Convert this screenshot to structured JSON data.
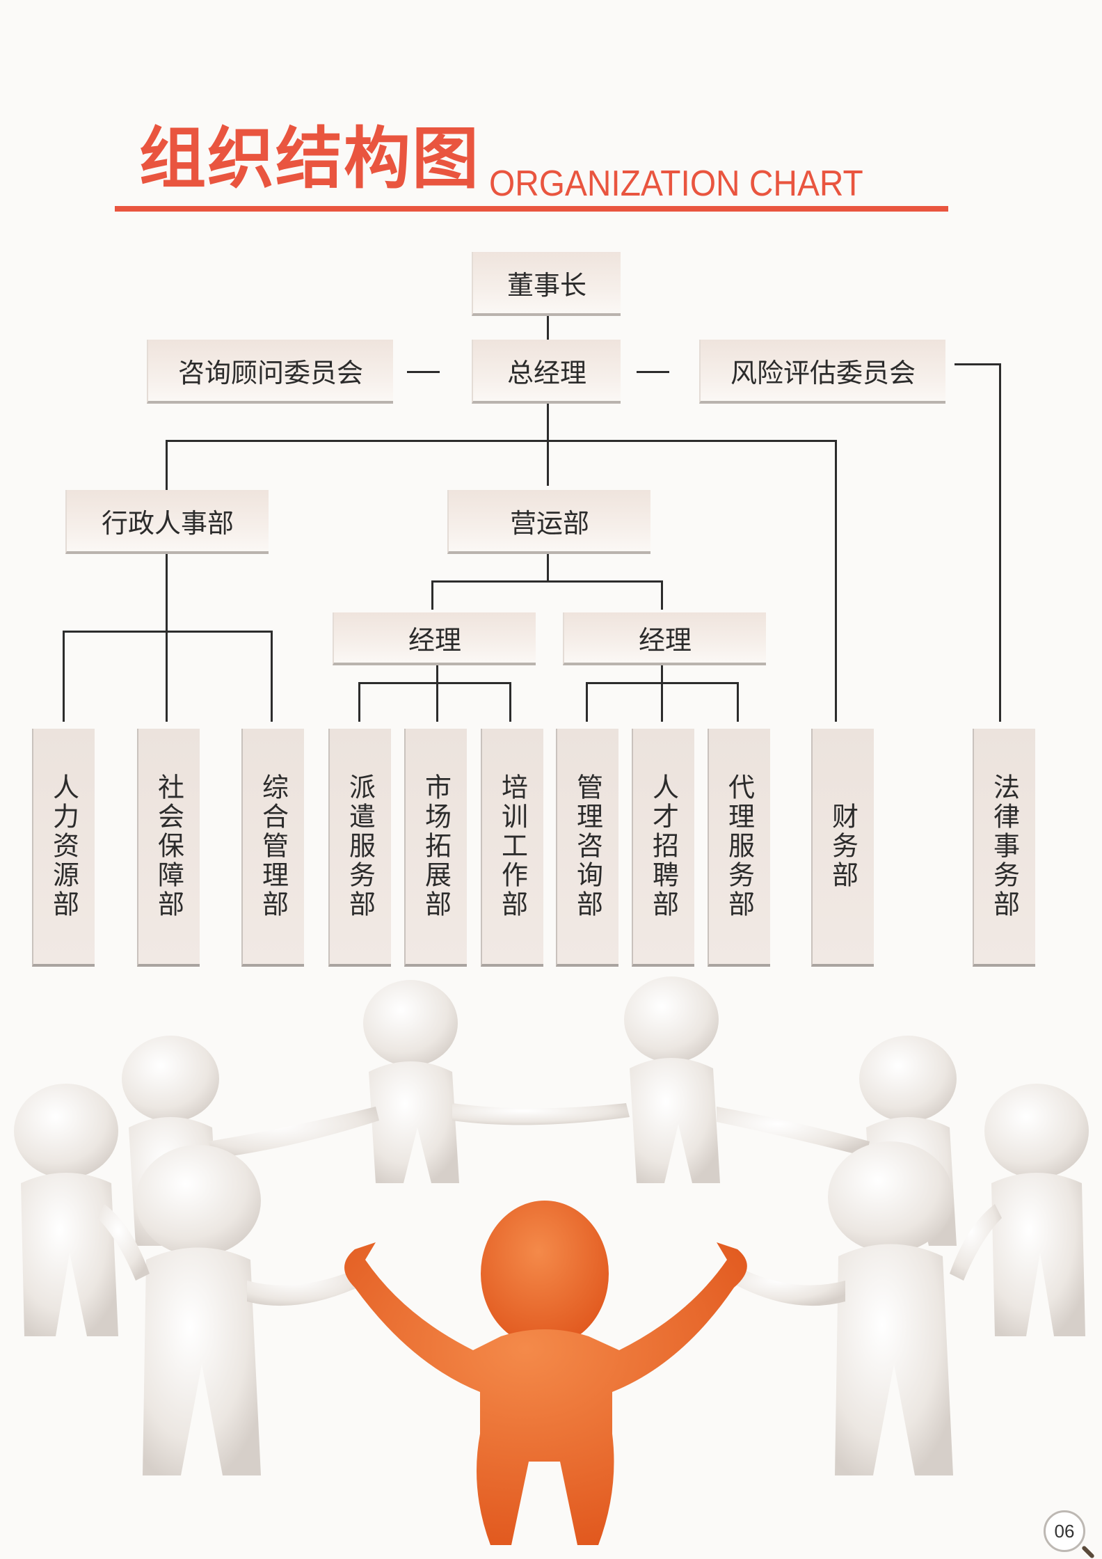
{
  "header": {
    "title_zh": "组织结构图",
    "title_en": "ORGANIZATION CHART",
    "accent_color": "#e9553f"
  },
  "chart": {
    "chairman": "董事长",
    "general_manager": "总经理",
    "advisory_committee": "咨询顾问委员会",
    "risk_committee": "风险评估委员会",
    "admin_hr_dept": "行政人事部",
    "operations_dept": "营运部",
    "manager_a": "经理",
    "manager_b": "经理",
    "departments": [
      "人力资源部",
      "社会保障部",
      "综合管理部",
      "派遣服务部",
      "市场拓展部",
      "培训工作部",
      "管理咨询部",
      "人才招聘部",
      "代理服务部",
      "财务部",
      "法律事务部"
    ]
  },
  "illustration": {
    "description": "circle-of-white-3d-figures-with-orange-leader",
    "leader_color": "#ef6a2a"
  },
  "footer": {
    "page_number": "06"
  }
}
